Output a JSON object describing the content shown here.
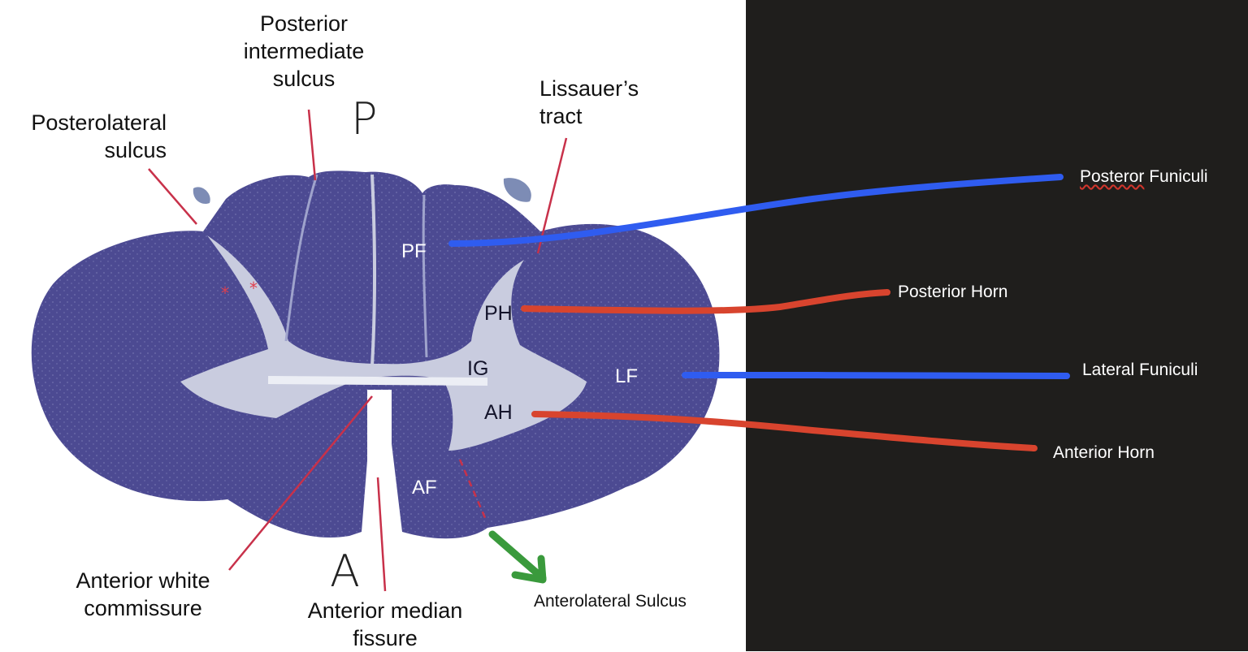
{
  "labels": {
    "posterior_intermediate_sulcus": [
      "Posterior",
      "intermediate",
      "sulcus"
    ],
    "posterolateral_sulcus": [
      "Posterolateral",
      "sulcus"
    ],
    "lissauers_tract": [
      "Lissauer’s",
      "tract"
    ],
    "anterior_white_commissure": [
      "Anterior white",
      "commissure"
    ],
    "anterior_median_fissure": [
      "Anterior median",
      "fissure"
    ]
  },
  "orientation": {
    "posterior": "P",
    "anterior": "A"
  },
  "tissue_labels": {
    "pf": "PF",
    "ph": "PH",
    "ig": "IG",
    "ah": "AH",
    "lf": "LF",
    "af": "AF"
  },
  "annotations": {
    "posterior_funiculi": {
      "word1": "Posteror",
      "word2": "Funiculi"
    },
    "posterior_horn": "Posterior Horn",
    "lateral_funiculi": "Lateral Funiculi",
    "anterior_horn": "Anterior Horn",
    "anterolateral_sulcus": "Anterolateral Sulcus"
  },
  "colors": {
    "background_dark": "#1f1e1c",
    "white_matter": "#4c4a92",
    "gray_matter": "#c9ccdf",
    "label_line": "#c8314a",
    "marker_blue": "#2f5cf0",
    "marker_red": "#d8442e",
    "marker_green": "#3a9a3c"
  }
}
